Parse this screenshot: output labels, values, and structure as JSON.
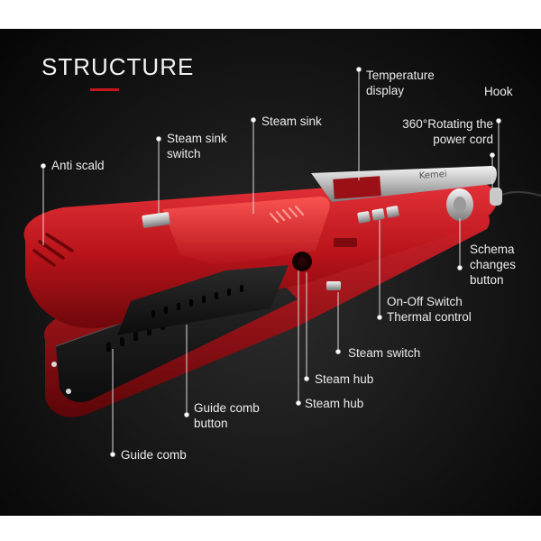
{
  "title": "STRUCTURE",
  "labels": {
    "temperature_display": [
      "Temperature",
      "display"
    ],
    "hook": "Hook",
    "steam_sink": "Steam sink",
    "steam_sink_switch": [
      "Steam sink",
      "switch"
    ],
    "rotating_cord": [
      "360°Rotating the",
      "power cord"
    ],
    "anti_scald": "Anti scald",
    "schema_button": [
      "Schema",
      "changes",
      "button"
    ],
    "onoff_thermal": [
      "On-Off Switch",
      "Thermal control"
    ],
    "steam_switch": "Steam switch",
    "steam_hub_1": "Steam hub",
    "steam_hub_2": "Steam hub",
    "guide_comb_button": [
      "Guide comb",
      "button"
    ],
    "guide_comb": "Guide comb"
  },
  "brand_text": "Kemei",
  "colors": {
    "accent": "#c8161d",
    "body": "#b5161b",
    "plate": "#1c1c1c"
  }
}
